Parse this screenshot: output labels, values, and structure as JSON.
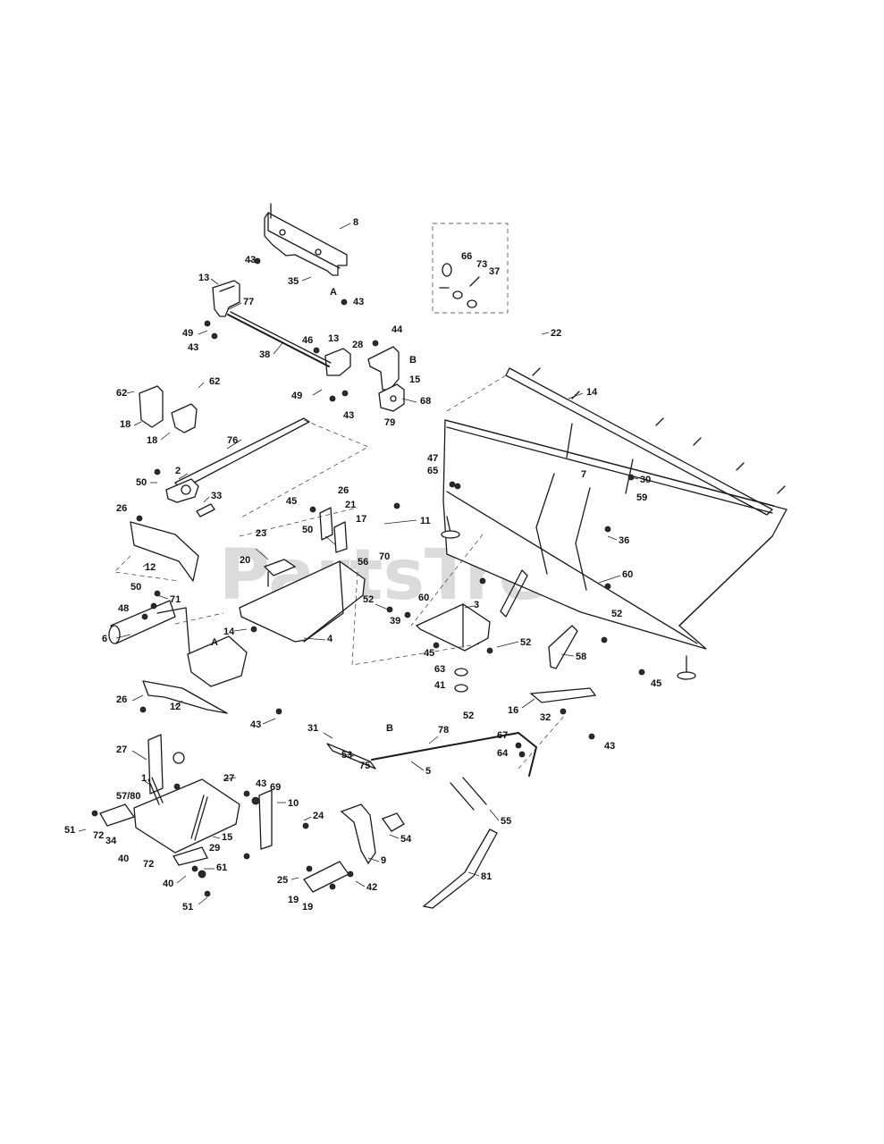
{
  "watermark": {
    "text": "PartsTree",
    "trademark": "™"
  },
  "reference_letters": [
    "A",
    "A",
    "B",
    "B"
  ],
  "callouts": [
    "8",
    "43",
    "35",
    "43",
    "13",
    "77",
    "49",
    "43",
    "38",
    "46",
    "13",
    "28",
    "44",
    "15",
    "49",
    "43",
    "79",
    "68",
    "66",
    "73",
    "37",
    "62",
    "62",
    "18",
    "18",
    "22",
    "14",
    "76",
    "2",
    "50",
    "33",
    "47",
    "65",
    "7",
    "30",
    "59",
    "45",
    "26",
    "21",
    "17",
    "11",
    "36",
    "26",
    "23",
    "50",
    "20",
    "56",
    "70",
    "12",
    "60",
    "50",
    "71",
    "52",
    "60",
    "3",
    "48",
    "39",
    "52",
    "6",
    "14",
    "4",
    "45",
    "52",
    "58",
    "26",
    "12",
    "63",
    "41",
    "43",
    "16",
    "32",
    "45",
    "31",
    "78",
    "52",
    "67",
    "64",
    "43",
    "27",
    "1",
    "53",
    "75",
    "5",
    "27",
    "43",
    "69",
    "57/80",
    "10",
    "24",
    "51",
    "72",
    "34",
    "15",
    "29",
    "40",
    "72",
    "55",
    "54",
    "9",
    "61",
    "40",
    "25",
    "42",
    "81",
    "51",
    "19",
    "19"
  ]
}
